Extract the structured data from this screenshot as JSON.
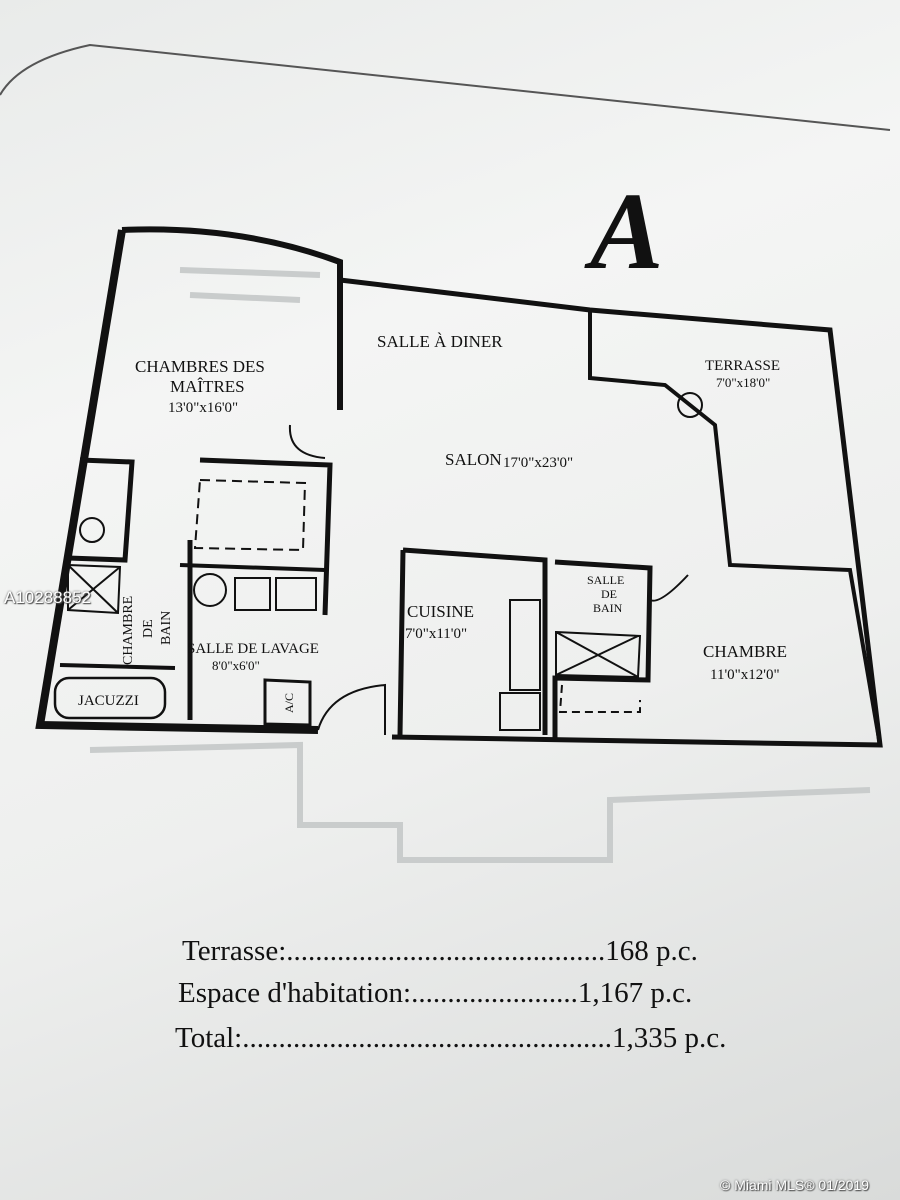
{
  "plan": {
    "unit_letter": "A",
    "rooms": {
      "master_bedroom": {
        "line1": "CHAMBRES DES",
        "line2": "MAÎTRES",
        "size": "13'0\"x16'0\""
      },
      "dining": {
        "label": "SALLE À DINER"
      },
      "terrace": {
        "label": "TERRASSE",
        "size": "7'0\"x18'0\""
      },
      "living": {
        "label": "SALON",
        "size": "17'0\"x23'0\""
      },
      "kitchen": {
        "label": "CUISINE",
        "size": "7'0\"x11'0\""
      },
      "bathroom": {
        "line1": "SALLE",
        "line2": "DE",
        "line3": "BAIN"
      },
      "bedroom": {
        "label": "CHAMBRE",
        "size": "11'0\"x12'0\""
      },
      "laundry": {
        "label": "SALLE DE LAVAGE",
        "size": "8'0\"x6'0\""
      },
      "master_bath": {
        "line1": "CHAMBRE",
        "line2": "DE",
        "line3": "BAIN"
      },
      "jacuzzi": "JACUZZI",
      "ac": "A/C"
    }
  },
  "areas": [
    {
      "label": "Terrasse:",
      "dots": "............................................",
      "value": "168 p.c."
    },
    {
      "label": "Espace d'habitation:",
      "dots": ".......................",
      "value": "1,167 p.c."
    },
    {
      "label": "Total:",
      "dots": "...................................................",
      "value": "1,335 p.c."
    }
  ],
  "watermarks": {
    "listing_id": "A10288852",
    "copyright": "© Miami MLS® 01/2019"
  }
}
